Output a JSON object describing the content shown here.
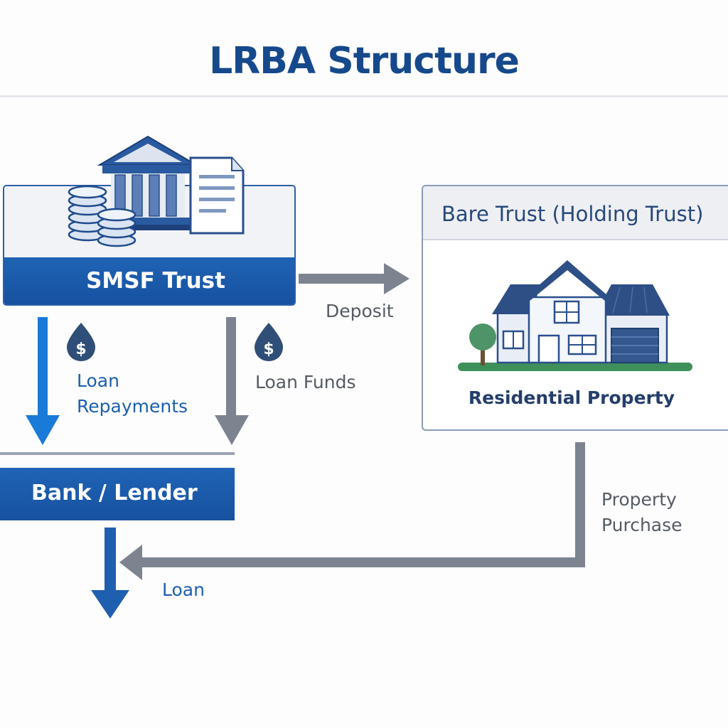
{
  "title": "LRBA Structure",
  "colors": {
    "primary_blue": "#1d5fb0",
    "bright_blue": "#1a7ad8",
    "arrow_gray": "#7d8490",
    "title_blue": "#16498c",
    "text_gray": "#555b63"
  },
  "nodes": {
    "smsf_trust": {
      "label": "SMSF Trust",
      "icons": [
        "bank-building-icon",
        "coin-stack-icon",
        "document-icon"
      ]
    },
    "bare_trust": {
      "label": "Bare Trust (Holding Trust)",
      "icons": [
        "house-icon",
        "tree-icon"
      ]
    },
    "residential_property": {
      "label": "Residential Property"
    },
    "bank_lender": {
      "label": "Bank / Lender"
    }
  },
  "flows": {
    "deposit": {
      "label": "Deposit"
    },
    "loan_repayments": {
      "label_line1": "Loan",
      "label_line2": "Repayments",
      "icon": "dollar-drop-icon"
    },
    "loan_funds": {
      "label": "Loan Funds",
      "icon": "dollar-drop-icon"
    },
    "property_purchase": {
      "label_line1": "Property",
      "label_line2": "Purchase"
    },
    "loan": {
      "label": "Loan"
    }
  }
}
